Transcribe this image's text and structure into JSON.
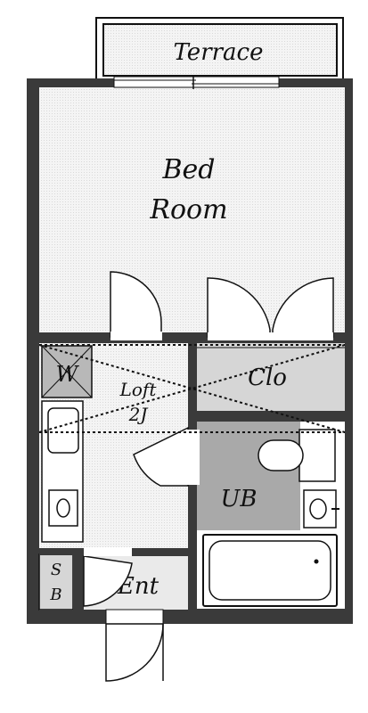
{
  "floorplan": {
    "rooms": {
      "terrace": "Terrace",
      "bed_room_line1": "Bed",
      "bed_room_line2": "Room",
      "washer": "W",
      "loft_line1": "Loft",
      "loft_line2": "2J",
      "closet": "Clo",
      "unit_bath": "UB",
      "shoe_box_line1": "S",
      "shoe_box_line2": "B",
      "entrance": "Ent"
    },
    "colors": {
      "wall": "#3a3a3a",
      "floor_light": "#f7f7f7",
      "floor_gray": "#d6d6d6",
      "floor_dark": "#b8b8b8",
      "line": "#111111"
    }
  }
}
